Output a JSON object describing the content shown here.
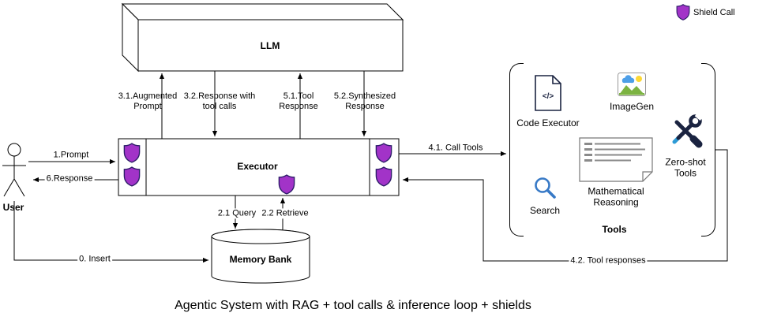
{
  "title": "Agentic System with RAG + tool calls & inference loop + shields",
  "legend": {
    "shield_label": "Shield Call"
  },
  "nodes": {
    "llm": "LLM",
    "executor": "Executor",
    "memory_bank": "Memory Bank",
    "user": "User",
    "tools_group": "Tools"
  },
  "tools": [
    {
      "label": "Code Executor",
      "icon": "code-file-icon",
      "glyph": "</>"
    },
    {
      "label": "ImageGen",
      "icon": "imagegen-icon"
    },
    {
      "label": "Search",
      "icon": "magnifier-icon"
    },
    {
      "label": "Mathematical Reasoning",
      "icon": "math-document-icon"
    },
    {
      "label": "Zero-shot Tools",
      "icon": "crossed-tools-icon"
    }
  ],
  "edges": {
    "insert": "0. Insert",
    "prompt": "1.Prompt",
    "query": "2.1 Query",
    "retrieve": "2.2 Retrieve",
    "augmented_prompt": "3.1.Augmented Prompt",
    "response_tool_calls": "3.2.Response with tool calls",
    "call_tools": "4.1. Call Tools",
    "tool_responses": "4.2. Tool responses",
    "tool_response": "5.1.Tool Response",
    "synthesized_response": "5.2.Synthesized Response",
    "response": "6.Response"
  },
  "colors": {
    "shield": "#A233C8",
    "shield_stroke": "#2D1E69",
    "search_blue": "#3779C6",
    "icon_navy": "#1A2340",
    "line": "#000000"
  }
}
